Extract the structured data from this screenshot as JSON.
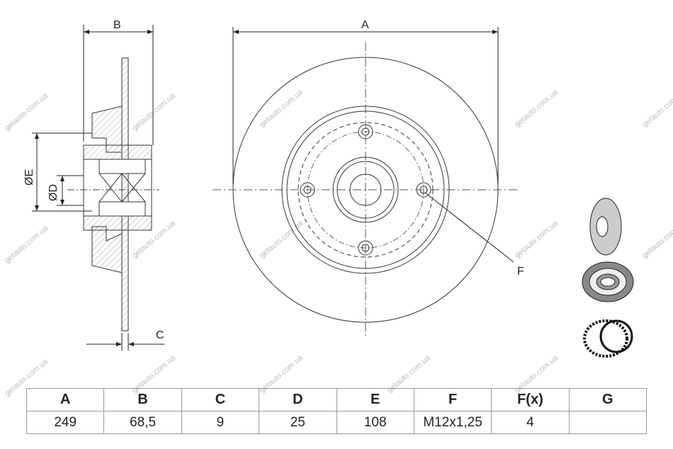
{
  "drawing": {
    "dimension_labels": {
      "A": "A",
      "B": "B",
      "C": "C",
      "D": "ØD",
      "E": "ØE",
      "F": "F"
    },
    "watermark": "getauto.com.ua"
  },
  "table": {
    "headers": [
      "A",
      "B",
      "C",
      "D",
      "E",
      "F",
      "F(x)",
      "G"
    ],
    "values": [
      "249",
      "68,5",
      "9",
      "25",
      "108",
      "M12x1,25",
      "4",
      ""
    ]
  }
}
